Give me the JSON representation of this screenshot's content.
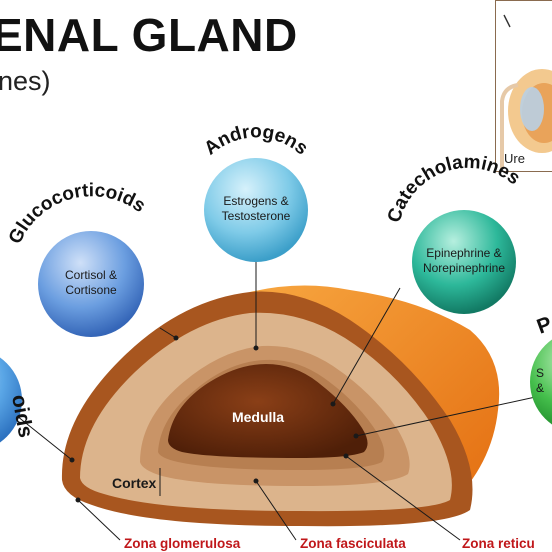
{
  "header": {
    "title": "ENAL GLAND",
    "subtitle": "nes)"
  },
  "inset": {
    "label": "Ure"
  },
  "hormone_groups": [
    {
      "name": "Androgens",
      "products": [
        "Estrogens &",
        "Testosterone"
      ],
      "color": "#5cc0e0"
    },
    {
      "name": "Catecholamines",
      "products": [
        "Epinephrine &",
        "Norepinephrine"
      ],
      "color": "#1aa58a"
    },
    {
      "name": "Glucocorticoids",
      "products": [
        "Cortisol &",
        "Cortisone"
      ],
      "color": "#5a8fd8"
    },
    {
      "name": "oids",
      "products": [],
      "color": "#4d9be0"
    },
    {
      "name": "P",
      "products": [
        "S",
        "&"
      ],
      "color": "#3cb84a"
    }
  ],
  "gland": {
    "medulla_label": "Medulla",
    "cortex_label": "Cortex"
  },
  "zones": {
    "glomerulosa": "Zona glomerulosa",
    "fasciculata": "Zona fasciculata",
    "reticularis": "Zona reticu"
  },
  "colors": {
    "outer_orange": "#f08a1c",
    "capsule_brown": "#a8561f",
    "cortex_tan": "#dcb48c",
    "inner_tan": "#c99467",
    "medulla_brown": "#6b2e10",
    "zone_label_red": "#c0171a",
    "leader_line": "#1a1a1a"
  }
}
